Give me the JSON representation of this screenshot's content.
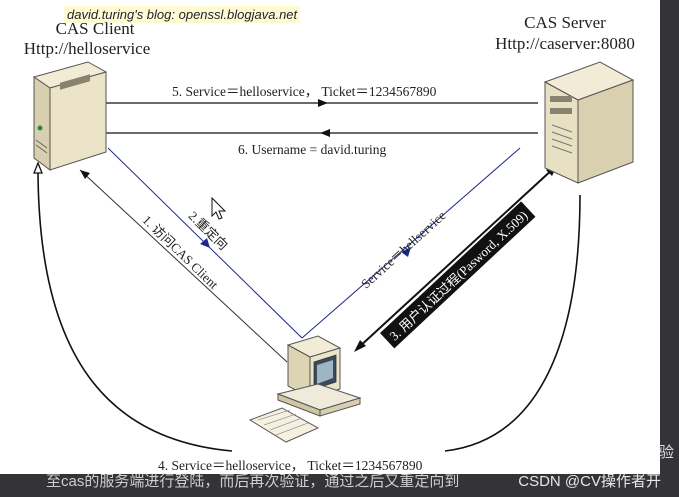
{
  "watermark": "david.turing's blog:  openssl.blogjava.net",
  "client": {
    "title": "CAS Client",
    "url": "Http://helloservice"
  },
  "server": {
    "title": "CAS Server",
    "url": "Http://caserver:8080"
  },
  "edges": {
    "e5": "5. Service＝helloservice，  Ticket＝1234567890",
    "e6": "6. Username = david.turing",
    "e1": "1. 访问CAS Client",
    "e2": "2.重定向",
    "e_service": "Service＝hellservice",
    "e3": "3. 用户认证过程(Pasword, X.509)",
    "e4": "4. Service＝helloservice，  Ticket＝1234567890"
  },
  "bottom_text": "至cas的服务端进行登陆，而后再次验证，通过之后又重定向到",
  "right_fragment": "验",
  "csdn": "CSDN @CV操作者开"
}
